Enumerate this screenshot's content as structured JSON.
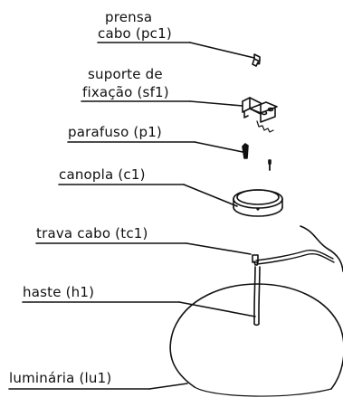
{
  "diagram": {
    "labels": {
      "prensa_cabo_line1": "prensa",
      "prensa_cabo_line2": "cabo (pc1)",
      "suporte_line1": "suporte de",
      "suporte_line2": "fixação (sf1)",
      "parafuso": "parafuso (p1)",
      "canopla": "canopla (c1)",
      "trava_cabo": "trava cabo (tc1)",
      "haste": "haste (h1)",
      "luminaria": "luminária (lu1)"
    }
  }
}
